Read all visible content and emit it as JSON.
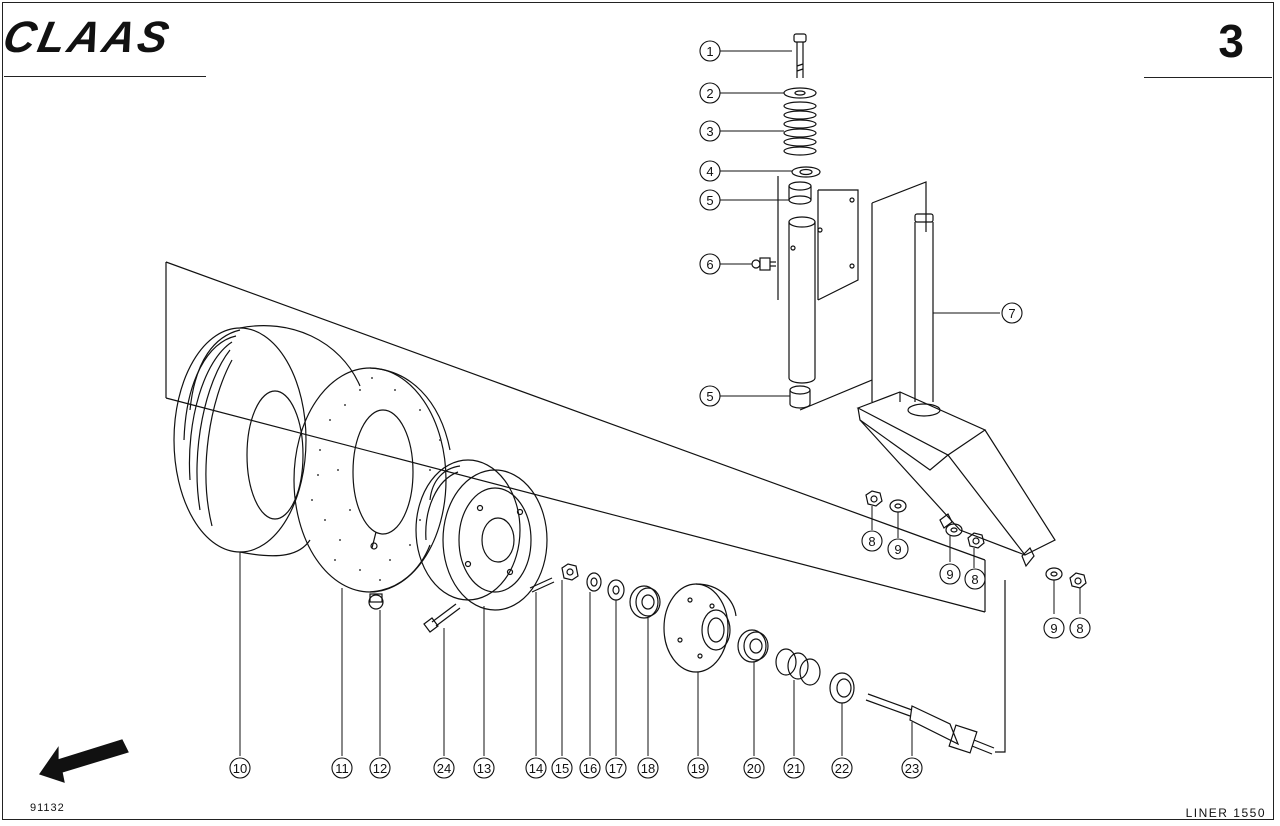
{
  "header": {
    "brand": "CLAAS",
    "page_number": "3"
  },
  "footer": {
    "drawing_number": "91132",
    "model": "LINER 1550"
  },
  "callouts": [
    "1",
    "2",
    "3",
    "4",
    "5",
    "5",
    "6",
    "7",
    "8",
    "8",
    "8",
    "9",
    "9",
    "9",
    "10",
    "11",
    "12",
    "24",
    "13",
    "14",
    "15",
    "16",
    "17",
    "18",
    "19",
    "20",
    "21",
    "22",
    "23"
  ]
}
